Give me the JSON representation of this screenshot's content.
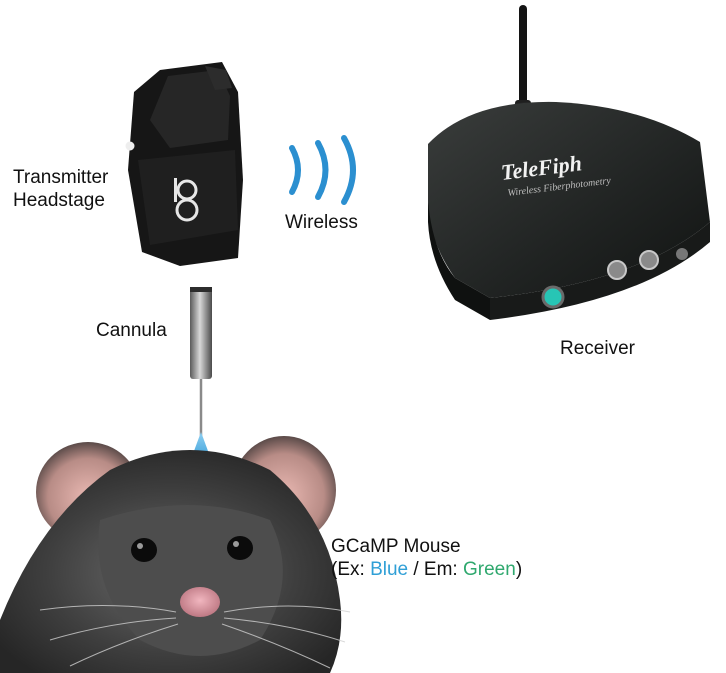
{
  "labels": {
    "transmitter_line1": "Transmitter",
    "transmitter_line2": "Headstage",
    "wireless": "Wireless",
    "cannula": "Cannula",
    "receiver": "Receiver",
    "mouse_line1": "GCaMP Mouse",
    "mouse_prefix": "(Ex: ",
    "ex_value": "Blue",
    "mouse_separator": " / Em: ",
    "em_value": "Green",
    "mouse_suffix": ")"
  },
  "device": {
    "brand": "TeleFiph",
    "subtitle": "Wireless Fiberphotometry"
  },
  "colors": {
    "excitation": "#2f9fd6",
    "emission": "#2fa86e",
    "wireless_waves": "#2b8fd0",
    "device_body": "#1b1d1c"
  }
}
